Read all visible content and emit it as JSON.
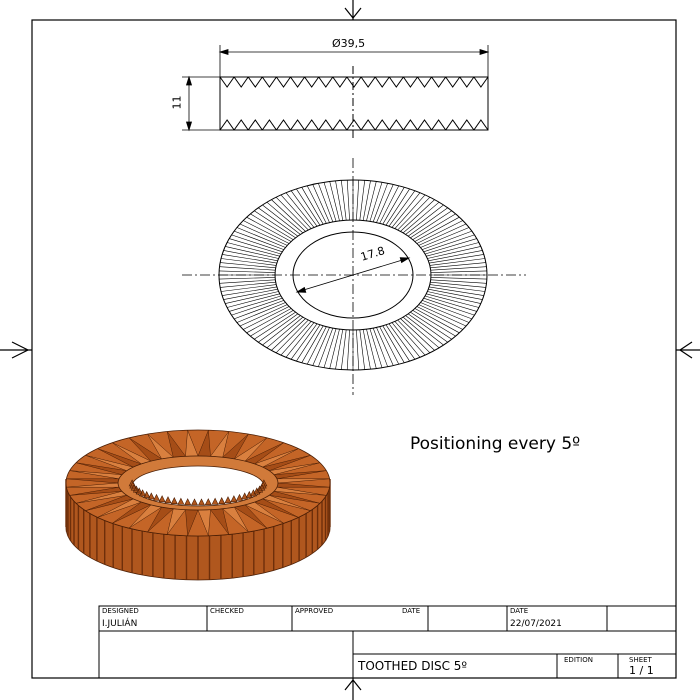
{
  "drawing": {
    "diameter_label": "Ø39,5",
    "height_label": "11",
    "bore_label": "17.8",
    "note": "Positioning every 5º",
    "colors": {
      "line": "#000000",
      "part_fill": "#b0571e",
      "part_shadow": "#6e2f0a",
      "part_highlight": "#d9803f"
    }
  },
  "title_block": {
    "designed_label": "DESIGNED",
    "designed_value": "I.JULIÁN",
    "checked_label": "CHECKED",
    "approved_label": "APPROVED",
    "date_label_1": "DATE",
    "date_label_2": "DATE",
    "date_value": "22/07/2021",
    "title": "TOOTHED DISC 5º",
    "edition_label": "EDITION",
    "sheet_label": "SHEET",
    "sheet_value": "1 / 1"
  }
}
